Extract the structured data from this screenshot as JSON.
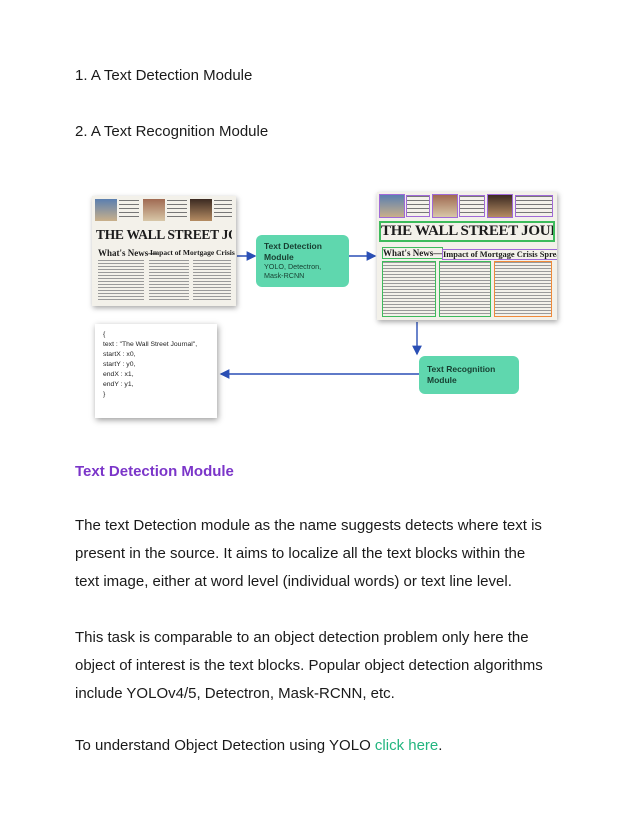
{
  "list": {
    "item1": "1. A Text Detection Module",
    "item2": "2. A Text Recognition Module"
  },
  "figure": {
    "masthead": "THE WALL STREET JOURNAL.",
    "whats_news": "What's News—",
    "headline": "Impact of Mortgage Crisis Spreads",
    "detection_box": {
      "title_line1": "Text Detection",
      "title_line2": "Module",
      "detail_line1": "YOLO, Detectron,",
      "detail_line2": "Mask-RCNN"
    },
    "recognition_box": {
      "line1": "Text Recognition",
      "line2": "Module"
    },
    "json_output": [
      "{",
      "text : \"The Wall Street Journal\",",
      "startX : x0,",
      "startY : y0,",
      "endX : x1,",
      "endY : y1,",
      "}"
    ],
    "colors": {
      "box_fill": "#5fd7ae",
      "arrow": "#2a4fb5",
      "highlight_green": "#3dbb5c",
      "highlight_purple": "#a06ad8",
      "highlight_orange": "#f08a3a"
    }
  },
  "section": {
    "heading": "Text Detection Module",
    "para1": [
      "The text Detection module as the name suggests detects where text is",
      "present in the source. It aims to localize all the text blocks within the",
      "text image, either at word level (individual words) or text line level."
    ],
    "para2": [
      "This task is comparable to an object detection problem only here the",
      "object of interest is the text blocks. Popular object detection algorithms",
      "include YOLOv4/5, Detectron, Mask-RCNN, etc."
    ],
    "para3_prefix": "To understand Object Detection using YOLO ",
    "para3_link": "click here",
    "para3_suffix": "."
  }
}
